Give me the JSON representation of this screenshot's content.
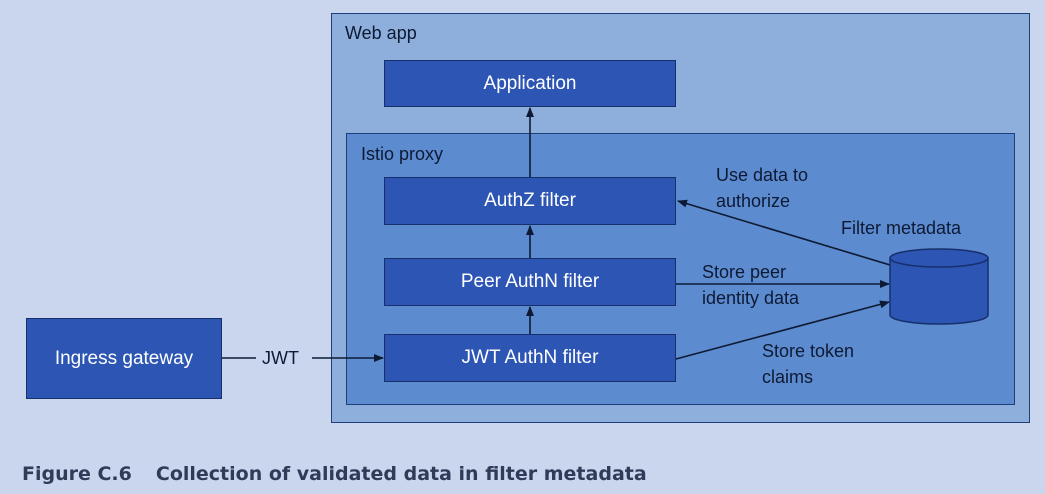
{
  "webapp": {
    "label": "Web app"
  },
  "proxy": {
    "label": "Istio proxy"
  },
  "nodes": {
    "application": "Application",
    "authz": "AuthZ filter",
    "peer": "Peer AuthN filter",
    "jwt": "JWT AuthN filter",
    "ingress": "Ingress gateway"
  },
  "store": {
    "label": "Filter metadata"
  },
  "edges": {
    "jwt_label": "JWT",
    "use_data": "Use data to\nauthorize",
    "store_peer": "Store peer\nidentity data",
    "store_token": "Store token\nclaims"
  },
  "caption": {
    "number": "Figure C.6",
    "text": "Collection of validated data in filter metadata"
  }
}
